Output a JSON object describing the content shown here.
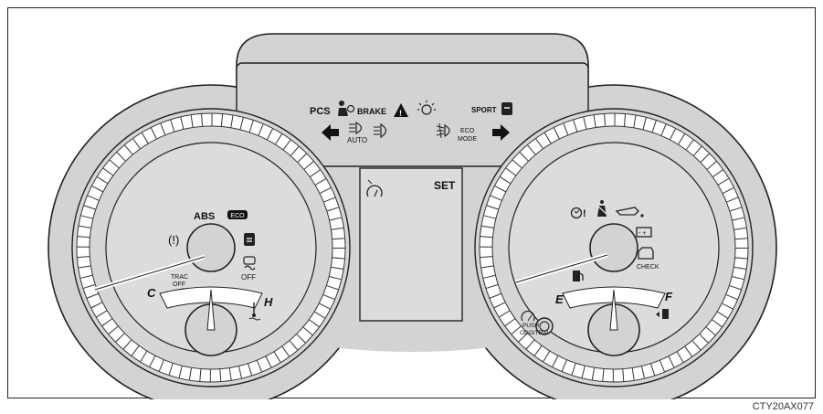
{
  "figure_code": "CTY20AX077",
  "top_panel": {
    "pcs": "PCS",
    "brake": "BRAKE",
    "sport": "SPORT",
    "auto": "AUTO",
    "eco": "ECO",
    "mode": "MODE",
    "icons": [
      "airbag-icon",
      "warning-triangle-icon",
      "light-indicator-icon",
      "car-door-icon",
      "left-arrow-icon",
      "auto-headlight-icon",
      "tail-light-icon",
      "front-fog-icon",
      "right-arrow-icon"
    ]
  },
  "center_display": {
    "set": "SET",
    "icons": [
      "cruise-control-icon"
    ]
  },
  "left_gauge": {
    "abs": "ABS",
    "eco_badge": "ECO",
    "trac": "TRAC",
    "off1": "OFF",
    "off2": "OFF",
    "cold": "C",
    "hot": "H",
    "needle_fraction": 0.12,
    "icons": [
      "tire-pressure-icon",
      "slip-indicator-icon",
      "vsc-off-icon",
      "coolant-temp-icon"
    ]
  },
  "right_gauge": {
    "check": "CHECK",
    "empty": "E",
    "full": "F",
    "push": "PUSH",
    "odo_trip": "ODO/TRIP",
    "needle_fraction": 0.12,
    "icons": [
      "master-warning-icon",
      "seatbelt-icon",
      "oil-pressure-icon",
      "battery-icon",
      "check-engine-icon",
      "low-fuel-icon",
      "fuel-door-icon",
      "odo-trip-button-icon"
    ]
  },
  "colors": {
    "panel": "#d3d3d3",
    "stroke": "#222222",
    "face": "#dcdcdc"
  }
}
